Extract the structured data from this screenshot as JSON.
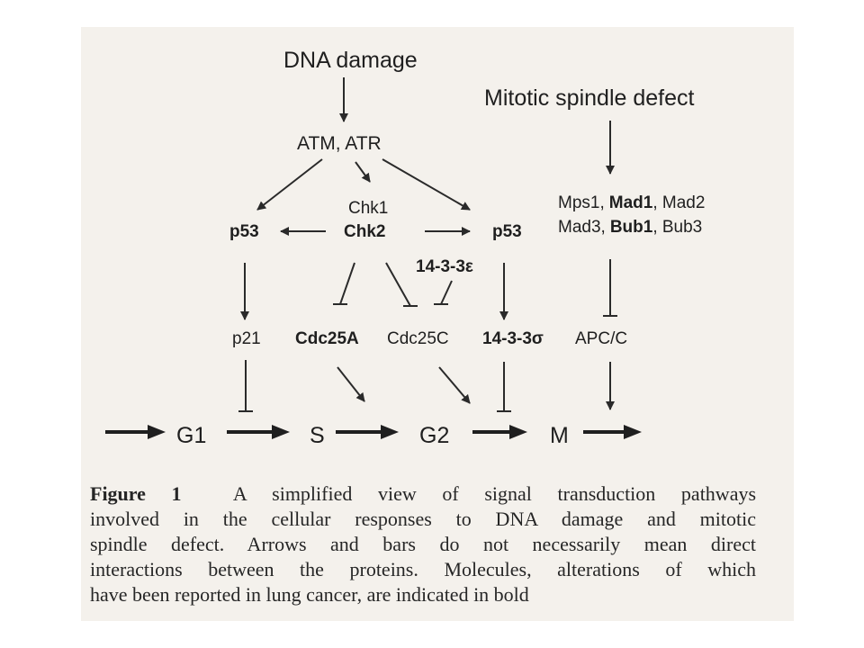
{
  "diagram": {
    "dna_damage": "DNA damage",
    "atm_atr": "ATM, ATR",
    "chk1": "Chk1",
    "chk2": "Chk2",
    "p53_left": "p53",
    "p53_right": "p53",
    "p14_3_3e": "14-3-3ε",
    "p21": "p21",
    "cdc25a": "Cdc25A",
    "cdc25c": "Cdc25C",
    "p14_3_3s": "14-3-3σ",
    "mitotic_defect": "Mitotic spindle defect",
    "mps1": "Mps1,",
    "mad1": "Mad1",
    "mad2": ", Mad2",
    "mad3": "Mad3,",
    "bub1": "Bub1",
    "bub3": ", Bub3",
    "apcc": "APC/C",
    "g1": "G1",
    "s": "S",
    "g2": "G2",
    "m": "M"
  },
  "caption": {
    "label": "Figure 1",
    "lines": [
      "A simplified view of signal transduction pathways",
      "involved in the cellular responses to DNA damage and mitotic",
      "spindle defect. Arrows and bars do not necessarily mean direct",
      "interactions between the proteins. Molecules, alterations of which",
      "have been reported in lung cancer, are indicated in bold"
    ]
  },
  "colors": {
    "ink": "#1f1f1f",
    "paper": "#f4f1ec",
    "background": "#ffffff"
  }
}
